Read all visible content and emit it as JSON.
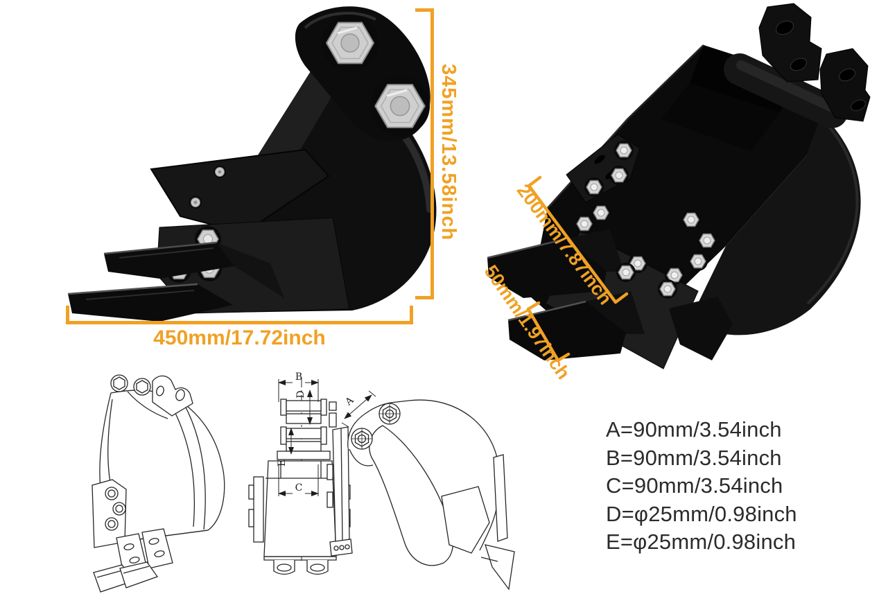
{
  "product": "excavator bucket attachment",
  "colors": {
    "accent": "#F0A124",
    "ink": "#2b2b2b",
    "body_black": "#0d0d0d",
    "drawing_line": "#262626"
  },
  "main_view": {
    "description": "side view photo of black excavator bucket",
    "height_dim": "345mm/13.58inch",
    "width_dim": "450mm/17.72inch"
  },
  "top_view": {
    "description": "three-quarter top view photo of black excavator bucket",
    "opening_dim": "200mm/7.87inch",
    "tooth_dim": "50mm/1.97inch"
  },
  "drawing_labels": {
    "a": "A",
    "b": "B",
    "c": "C",
    "d": "D",
    "e": "E"
  },
  "specs": {
    "items": [
      {
        "label": "A=90mm/3.54inch"
      },
      {
        "label": "B=90mm/3.54inch"
      },
      {
        "label": "C=90mm/3.54inch"
      },
      {
        "label": "D=φ25mm/0.98inch"
      },
      {
        "label": "E=φ25mm/0.98inch"
      }
    ]
  }
}
